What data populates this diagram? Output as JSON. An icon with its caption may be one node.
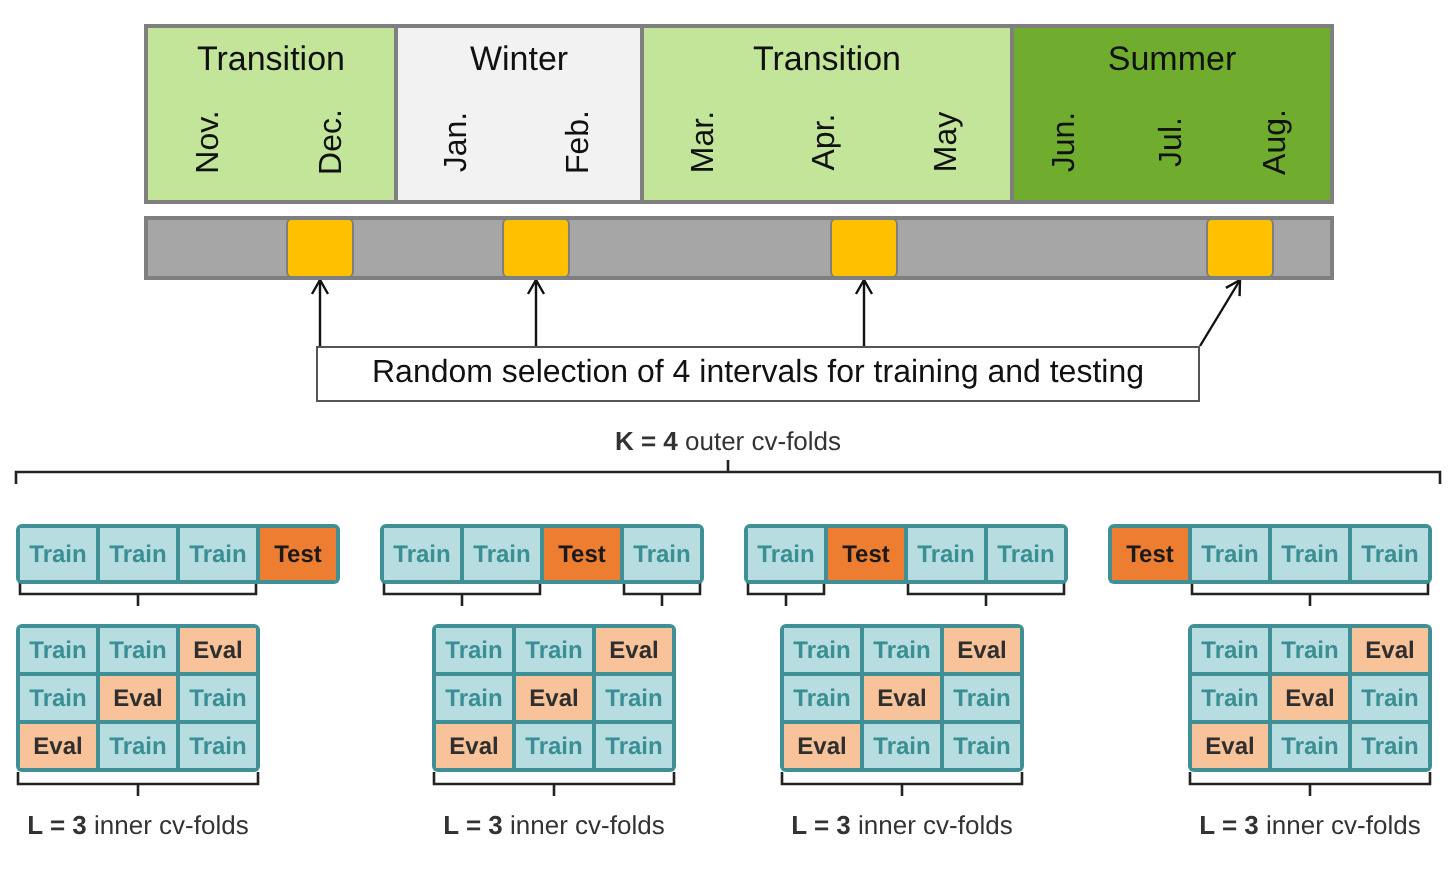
{
  "diagram": {
    "nodes": [
      {
        "text": [
          "Transition",
          "Nov.",
          "Dec."
        ]
      },
      {
        "text": [
          "Winter",
          "Jan.",
          "Feb."
        ]
      },
      {
        "text": [
          "Transition",
          "Mar.",
          "Apr.",
          "May"
        ]
      },
      {
        "text": [
          "Summer",
          "Jun.",
          "Jul.",
          "Aug."
        ]
      },
      {
        "text": [],
        "shape": "bar"
      },
      {
        "text": [],
        "shape": "box",
        "in": 4
      },
      {
        "text": [],
        "shape": "box",
        "in": 4
      },
      {
        "text": [],
        "shape": "box",
        "in": 4
      },
      {
        "text": [],
        "shape": "box",
        "in": 4
      },
      {
        "text": [
          "Random selection of 4 intervals for training and testing"
        ]
      },
      {
        "text": [],
        "shape": "box"
      },
      {
        "text": [
          "Train"
        ],
        "in": 10
      },
      {
        "text": [
          "Train"
        ],
        "in": 10
      },
      {
        "text": [
          "Train"
        ],
        "in": 10
      },
      {
        "text": [
          "Test"
        ],
        "in": 10
      },
      {
        "text": [],
        "shape": "box"
      },
      {
        "text": [
          "Train"
        ],
        "in": 15
      },
      {
        "text": [
          "Train"
        ],
        "in": 15
      },
      {
        "text": [
          "Eval"
        ],
        "in": 15
      },
      {
        "text": [
          "Train"
        ],
        "in": 15
      },
      {
        "text": [
          "Eval"
        ],
        "in": 15
      },
      {
        "text": [
          "Train"
        ],
        "in": 15
      },
      {
        "text": [
          "Eval"
        ],
        "in": 15
      },
      {
        "text": [
          "Train"
        ],
        "in": 15
      },
      {
        "text": [
          "Train"
        ],
        "in": 15
      },
      {
        "text": [],
        "shape": "box"
      },
      {
        "text": [
          "Train"
        ],
        "in": 25
      },
      {
        "text": [
          "Train"
        ],
        "in": 25
      },
      {
        "text": [
          "Test"
        ],
        "in": 25
      },
      {
        "text": [
          "Train"
        ],
        "in": 25
      },
      {
        "text": [],
        "shape": "box"
      },
      {
        "text": [
          "Train"
        ],
        "in": 30
      },
      {
        "text": [
          "Train"
        ],
        "in": 30
      },
      {
        "text": [
          "Eval"
        ],
        "in": 30
      },
      {
        "text": [
          "Train"
        ],
        "in": 30
      },
      {
        "text": [
          "Eval"
        ],
        "in": 30
      },
      {
        "text": [
          "Train"
        ],
        "in": 30
      },
      {
        "text": [
          "Eval"
        ],
        "in": 30
      },
      {
        "text": [
          "Train"
        ],
        "in": 30
      },
      {
        "text": [
          "Train"
        ],
        "in": 30
      },
      {
        "text": [],
        "shape": "box"
      },
      {
        "text": [
          "Train"
        ],
        "in": 40
      },
      {
        "text": [
          "Test"
        ],
        "in": 40
      },
      {
        "text": [
          "Train"
        ],
        "in": 40
      },
      {
        "text": [
          "Train"
        ],
        "in": 40
      },
      {
        "text": [],
        "shape": "box"
      },
      {
        "text": [
          "Train"
        ],
        "in": 45
      },
      {
        "text": [
          "Train"
        ],
        "in": 45
      },
      {
        "text": [
          "Eval"
        ],
        "in": 45
      },
      {
        "text": [
          "Train"
        ],
        "in": 45
      },
      {
        "text": [
          "Eval"
        ],
        "in": 45
      },
      {
        "text": [
          "Train"
        ],
        "in": 45
      },
      {
        "text": [
          "Eval"
        ],
        "in": 45
      },
      {
        "text": [
          "Train"
        ],
        "in": 45
      },
      {
        "text": [
          "Train"
        ],
        "in": 45
      },
      {
        "text": [],
        "shape": "box"
      },
      {
        "text": [
          "Test"
        ],
        "in": 55
      },
      {
        "text": [
          "Train"
        ],
        "in": 55
      },
      {
        "text": [
          "Train"
        ],
        "in": 55
      },
      {
        "text": [
          "Train"
        ],
        "in": 55
      },
      {
        "text": [],
        "shape": "box"
      },
      {
        "text": [
          "Train"
        ],
        "in": 60
      },
      {
        "text": [
          "Train"
        ],
        "in": 60
      },
      {
        "text": [
          "Eval"
        ],
        "in": 60
      },
      {
        "text": [
          "Train"
        ],
        "in": 60
      },
      {
        "text": [
          "Eval"
        ],
        "in": 60
      },
      {
        "text": [
          "Train"
        ],
        "in": 60
      },
      {
        "text": [
          "Eval"
        ],
        "in": 60
      },
      {
        "text": [
          "Train"
        ],
        "in": 60
      },
      {
        "text": [
          "Train"
        ],
        "in": 60
      }
    ],
    "edges": [
      {
        "from": 9,
        "to": 5,
        "arrow": "to"
      },
      {
        "from": 9,
        "to": 6,
        "arrow": "to"
      },
      {
        "from": 9,
        "to": 7,
        "arrow": "to"
      },
      {
        "from": 9,
        "to": 8,
        "arrow": "to"
      }
    ],
    "labels": [
      "**K = 4** outer cv-folds",
      "**L = 3** inner cv-folds",
      "**L = 3** inner cv-folds",
      "**L = 3** inner cv-folds",
      "**L = 3** inner cv-folds"
    ]
  }
}
